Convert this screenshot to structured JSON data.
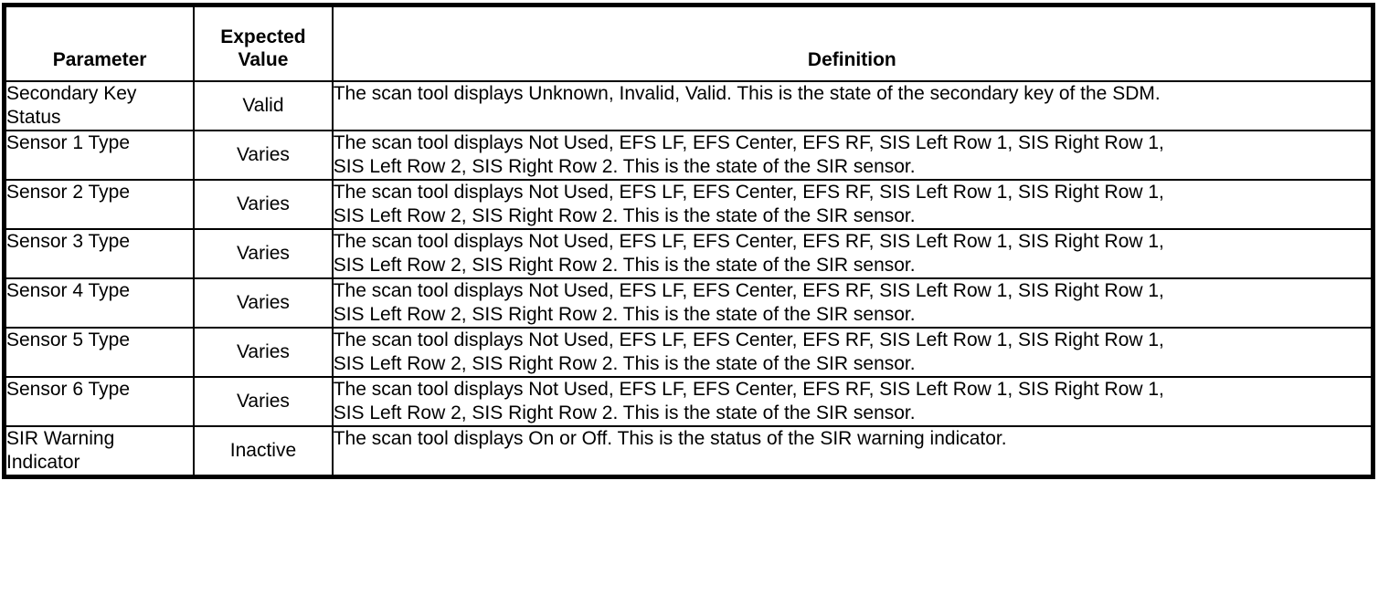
{
  "table": {
    "columns": [
      {
        "id": "parameter",
        "label": "Parameter"
      },
      {
        "id": "expected_value",
        "label_line1": "Expected",
        "label_line2": "Value"
      },
      {
        "id": "definition",
        "label": "Definition"
      }
    ],
    "rows": [
      {
        "parameter_line1": "Secondary Key",
        "parameter_line2": "Status",
        "expected_value": "Valid",
        "definition_line1": "The scan tool displays Unknown, Invalid, Valid. This is the state of the secondary key of the SDM.",
        "definition_line2": ""
      },
      {
        "parameter_line1": "Sensor 1 Type",
        "parameter_line2": "",
        "expected_value": "Varies",
        "definition_line1": "The scan tool displays Not Used, EFS LF, EFS Center, EFS RF, SIS Left Row 1, SIS Right Row 1,",
        "definition_line2": "SIS Left Row 2, SIS Right Row 2. This is the state of the SIR sensor."
      },
      {
        "parameter_line1": "Sensor 2 Type",
        "parameter_line2": "",
        "expected_value": "Varies",
        "definition_line1": "The scan tool displays Not Used, EFS LF, EFS Center, EFS RF, SIS Left Row 1, SIS Right Row 1,",
        "definition_line2": "SIS Left Row 2, SIS Right Row 2. This is the state of the SIR sensor."
      },
      {
        "parameter_line1": "Sensor 3 Type",
        "parameter_line2": "",
        "expected_value": "Varies",
        "definition_line1": "The scan tool displays Not Used, EFS LF, EFS Center, EFS RF, SIS Left Row 1, SIS Right Row 1,",
        "definition_line2": "SIS Left Row 2, SIS Right Row 2. This is the state of the SIR sensor."
      },
      {
        "parameter_line1": "Sensor 4 Type",
        "parameter_line2": "",
        "expected_value": "Varies",
        "definition_line1": "The scan tool displays Not Used, EFS LF, EFS Center, EFS RF, SIS Left Row 1, SIS Right Row 1,",
        "definition_line2": "SIS Left Row 2, SIS Right Row 2. This is the state of the SIR sensor."
      },
      {
        "parameter_line1": "Sensor 5 Type",
        "parameter_line2": "",
        "expected_value": "Varies",
        "definition_line1": "The scan tool displays Not Used, EFS LF, EFS Center, EFS RF, SIS Left Row 1, SIS Right Row 1,",
        "definition_line2": "SIS Left Row 2, SIS Right Row 2. This is the state of the SIR sensor."
      },
      {
        "parameter_line1": "Sensor 6 Type",
        "parameter_line2": "",
        "expected_value": "Varies",
        "definition_line1": "The scan tool displays Not Used, EFS LF, EFS Center, EFS RF, SIS Left Row 1, SIS Right Row 1,",
        "definition_line2": "SIS Left Row 2, SIS Right Row 2. This is the state of the SIR sensor."
      },
      {
        "parameter_line1": "SIR Warning",
        "parameter_line2": "Indicator",
        "expected_value": "Inactive",
        "definition_line1": "The scan tool displays On or Off. This is the status of the SIR warning indicator.",
        "definition_line2": ""
      }
    ]
  },
  "colors": {
    "border": "#000000",
    "text": "#000000",
    "background": "#ffffff"
  }
}
